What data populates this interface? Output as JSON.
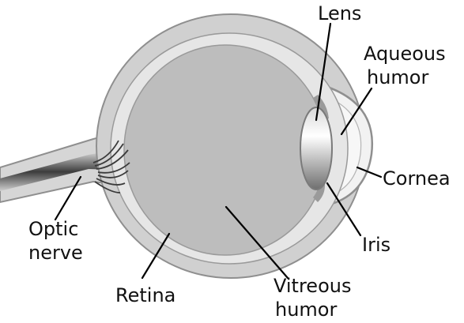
{
  "labels": {
    "lens": "Lens",
    "aqueous_line1": "Aqueous",
    "aqueous_line2": "humor",
    "cornea": "Cornea",
    "iris": "Iris",
    "optic_line1": "Optic",
    "optic_line2": "nerve",
    "retina": "Retina",
    "vitreous_line1": "Vitreous",
    "vitreous_line2": "humor"
  },
  "colors": {
    "sclera": "#d0d0d0",
    "choroid": "#e7e7e7",
    "vitreous": "#bdbdbd",
    "outline": "#8f8f8f",
    "lens_light": "#f4f4f4",
    "lens_dark": "#7d7d7d",
    "nerve": "#5a5a5a"
  }
}
